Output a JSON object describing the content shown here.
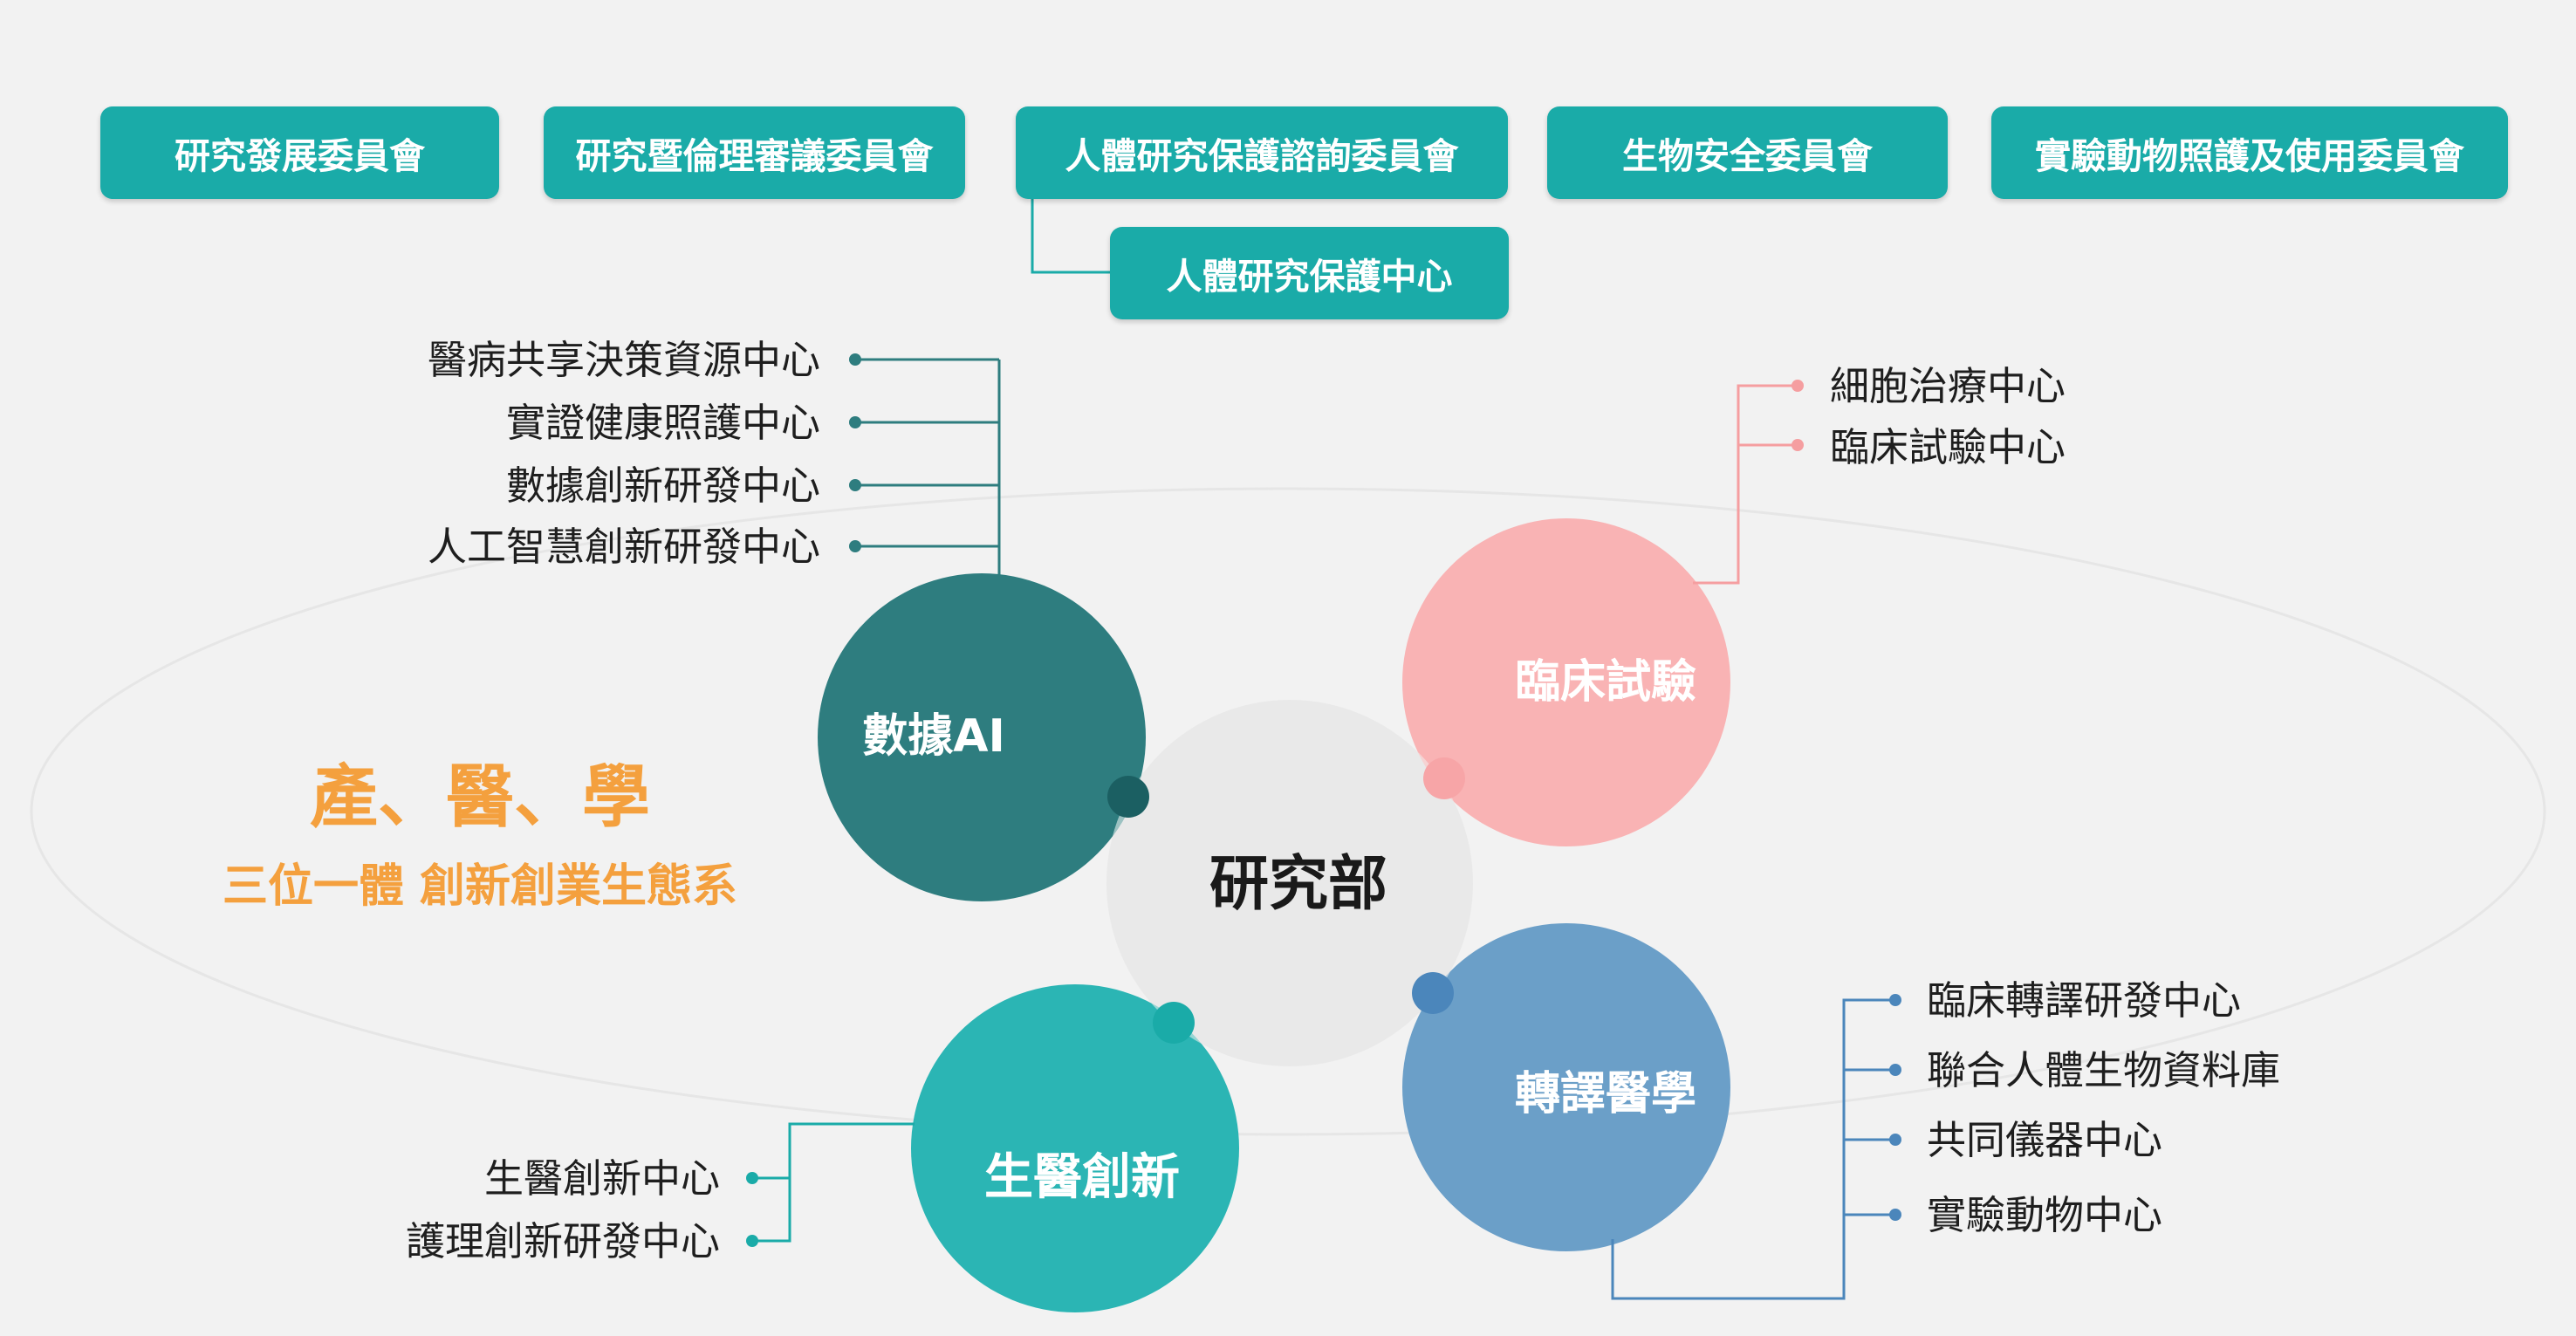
{
  "committees": [
    "研究發展委員會",
    "研究暨倫理審議委員會",
    "人體研究保護諮詢委員會",
    "生物安全委員會",
    "實驗動物照護及使用委員會"
  ],
  "sub_committee": "人體研究保護中心",
  "tagline": {
    "main": "產、醫、學",
    "sub": "三位一體 創新創業生態系"
  },
  "center": "研究部",
  "circles": {
    "data_ai": {
      "label": "數據AI",
      "color": "#2e7d7f",
      "items": [
        "醫病共享決策資源中心",
        "實證健康照護中心",
        "數據創新研發中心",
        "人工智慧創新研發中心"
      ]
    },
    "clinical_trial": {
      "label": "臨床試驗",
      "color": "#f9b3b4",
      "items": [
        "細胞治療中心",
        "臨床試驗中心"
      ]
    },
    "biomed_innovation": {
      "label": "生醫創新",
      "color": "#2bb5b4",
      "items": [
        "生醫創新中心",
        "護理創新研發中心"
      ]
    },
    "translational_medicine": {
      "label": "轉譯醫學",
      "color": "#6b9fc8",
      "items": [
        "臨床轉譯研發中心",
        "聯合人體生物資料庫",
        "共同儀器中心",
        "實驗動物中心"
      ]
    }
  },
  "colors": {
    "committee_box": "#1aaba8",
    "accent_orange": "#f4a03e",
    "center_circle": "#e4e4e4"
  }
}
